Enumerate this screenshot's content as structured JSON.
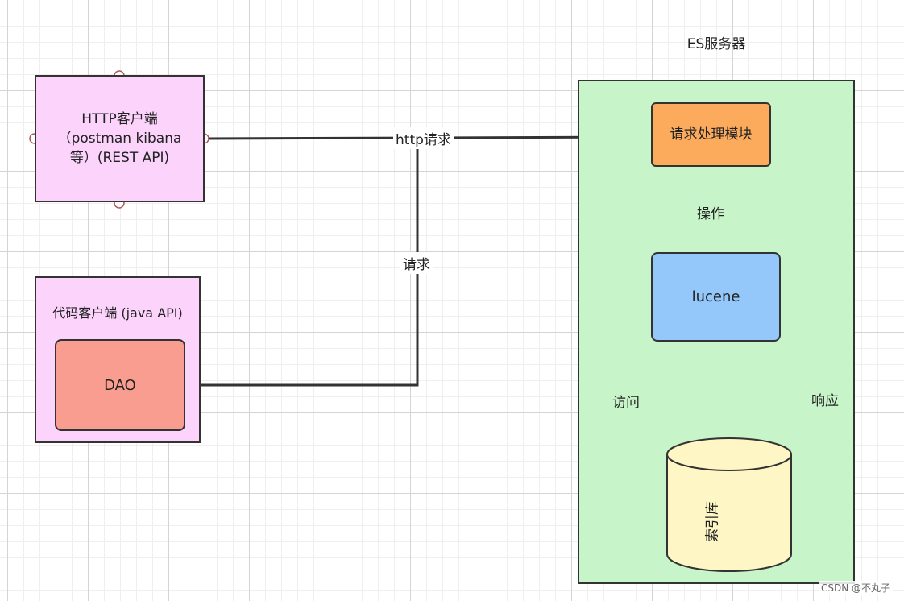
{
  "nodes": {
    "http_client": "HTTP客户端（postman kibana等）(REST API)",
    "code_client": "代码客户端 (java API)",
    "dao": "DAO",
    "es_server": "ES服务器",
    "request_handler": "请求处理模块",
    "lucene": "lucene",
    "index_store": "索引库"
  },
  "edges": {
    "http_request": "http请求",
    "request": "请求",
    "operate": "操作",
    "access": "访问",
    "response": "响应"
  },
  "watermark": "CSDN @不丸子",
  "colors": {
    "client_fill": "#fbd3fb",
    "dao_fill": "#fa9d91",
    "server_fill": "#c7f5c9",
    "handler_fill": "#fcaa5c",
    "lucene_fill": "#94c8fa",
    "index_fill": "#fff6c6",
    "line": "#333333"
  }
}
